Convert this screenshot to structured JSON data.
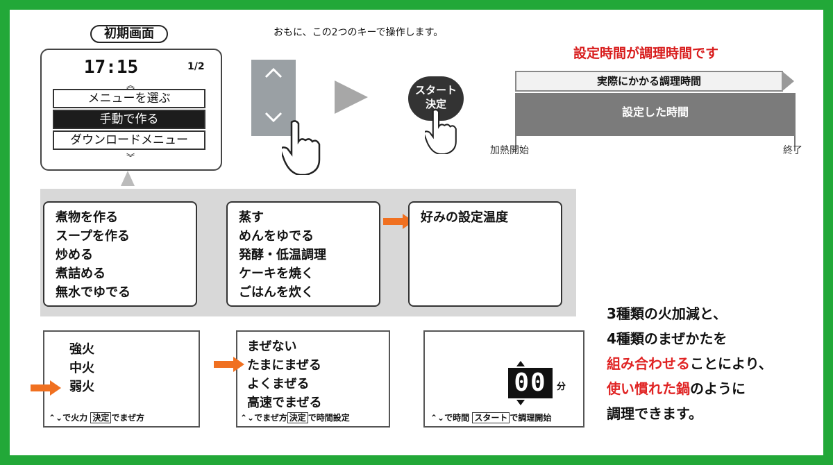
{
  "header_note": "おもに、この2つのキーで操作します。",
  "initial_screen": {
    "label": "初期画面",
    "time": "17:15",
    "page": "1/2",
    "menu": [
      "メニューを選ぶ",
      "手動で作る",
      "ダウンロードメニュー"
    ],
    "selected_index": 1
  },
  "keys": {
    "up": "^",
    "down": "v",
    "start_top": "スタート",
    "start_bottom": "決定"
  },
  "timeline": {
    "title": "設定時間が調理時間です",
    "arrow_label": "実際にかかる調理時間",
    "bar_label": "設定した時間",
    "start_label": "加熱開始",
    "end_label": "終了"
  },
  "mode_boxes": {
    "box1": [
      "煮物を作る",
      "スープを作る",
      "炒める",
      "煮詰める",
      "無水でゆでる"
    ],
    "box2": [
      "蒸す",
      "めんをゆでる",
      "発酵・低温調理",
      "ケーキを焼く",
      "ごはんを炊く"
    ],
    "box3": [
      "好みの設定温度"
    ]
  },
  "screens": {
    "heat": {
      "lines": [
        "強火",
        "中火",
        "弱火"
      ],
      "selected_index": 2,
      "footer_a": "で火力",
      "footer_key": "決定",
      "footer_b": "でまぜ方"
    },
    "stir": {
      "lines": [
        "まぜない",
        "たまにまぜる",
        "よくまぜる",
        "高速でまぜる"
      ],
      "selected_index": 1,
      "footer_a": "でまぜ方",
      "footer_key": "決定",
      "footer_b": "で時間設定"
    },
    "timer": {
      "digits": "00",
      "unit": "分",
      "footer_a": "で時間",
      "footer_key": "スタート",
      "footer_b": "で調理開始"
    }
  },
  "caption": {
    "line1": "3種類の火加減と、",
    "line2": "4種類のまぜかたを",
    "line3_red": "組み合わせる",
    "line3_rest": "ことにより、",
    "line4_red": "使い慣れた鍋",
    "line4_rest": "のように",
    "line5": "調理できます。"
  },
  "colors": {
    "frame": "#22a838",
    "accent_red": "#e02424",
    "orange": "#f07020"
  }
}
